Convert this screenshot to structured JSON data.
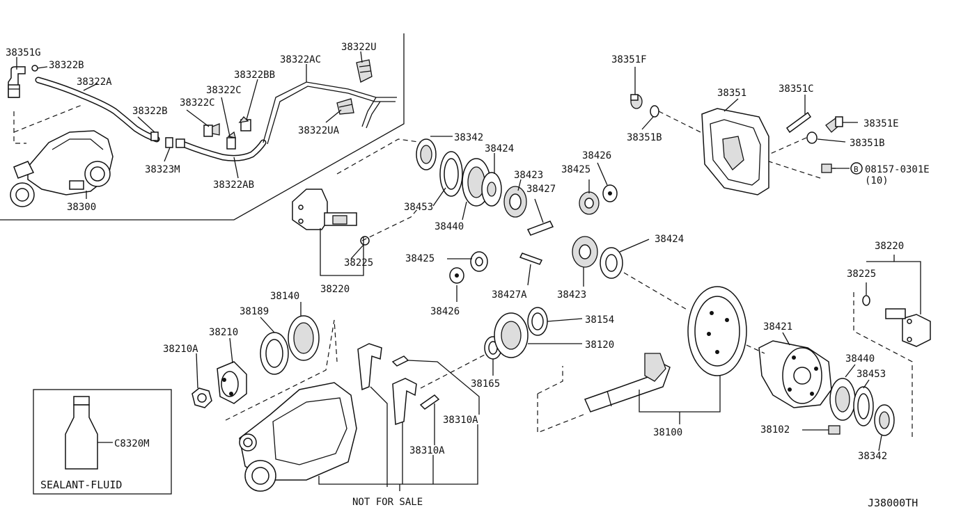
{
  "diagram_id": "J38000TH",
  "labels": {
    "l_38351G": "38351G",
    "l_38322B_a": "38322B",
    "l_38322A": "38322A",
    "l_38322B_b": "38322B",
    "l_38322C_a": "38322C",
    "l_38322C_b": "38322C",
    "l_38322BB": "38322BB",
    "l_38322AC": "38322AC",
    "l_38322U": "38322U",
    "l_38322UA": "38322UA",
    "l_38323M": "38323M",
    "l_38322AB": "38322AB",
    "l_38300": "38300",
    "l_38342_a": "38342",
    "l_38424_a": "38424",
    "l_38423_a": "38423",
    "l_38427": "38427",
    "l_38453_a": "38453",
    "l_38440_a": "38440",
    "l_38225_a": "38225",
    "l_38220_a": "38220",
    "l_38425_a": "38425",
    "l_38426_a": "38426",
    "l_38427A": "38427A",
    "l_38425_b": "38425",
    "l_38426_b": "38426",
    "l_38424_b": "38424",
    "l_38423_b": "38423",
    "l_38351F": "38351F",
    "l_38351B_a": "38351B",
    "l_38351": "38351",
    "l_38351C": "38351C",
    "l_38351E": "38351E",
    "l_38351B_b": "38351B",
    "l_bolt_ref": "08157-0301E",
    "l_bolt_qty": "(10)",
    "l_bolt_mark": "B",
    "l_38220_b": "38220",
    "l_38225_b": "38225",
    "l_38421": "38421",
    "l_38440_b": "38440",
    "l_38453_b": "38453",
    "l_38102": "38102",
    "l_38342_b": "38342",
    "l_38100": "38100",
    "l_38154": "38154",
    "l_38120": "38120",
    "l_38165": "38165",
    "l_38140": "38140",
    "l_38189": "38189",
    "l_38210": "38210",
    "l_38210A": "38210A",
    "l_38310A_a": "38310A",
    "l_38310A_b": "38310A",
    "l_C8320M": "C8320M",
    "l_sealant": "SEALANT-FLUID",
    "l_not_for_sale": "NOT FOR SALE"
  }
}
